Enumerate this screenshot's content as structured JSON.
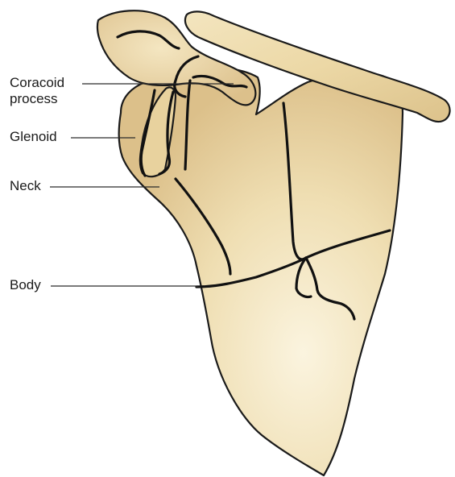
{
  "labels": {
    "coracoid_line1": "Coracoid",
    "coracoid_line2": "process",
    "glenoid": "Glenoid",
    "neck": "Neck",
    "body": "Body"
  },
  "colors": {
    "bone_fill": "#ecd9a8",
    "bone_highlight": "#f8efd4",
    "bone_shadow": "#d9bd84",
    "outline": "#1a1a1a",
    "fracture": "#111111"
  }
}
